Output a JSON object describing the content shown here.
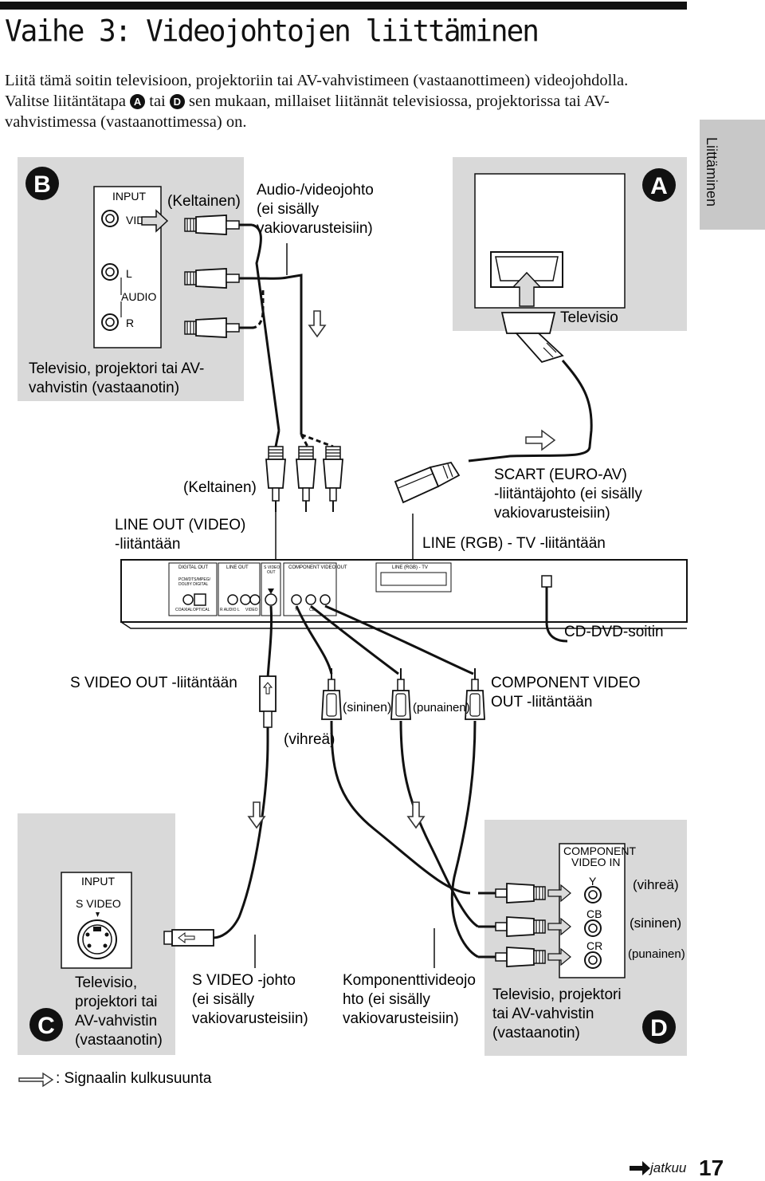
{
  "page": {
    "title": "Vaihe 3: Videojohtojen liittäminen",
    "intro_1": "Liitä tämä soitin televisioon, projektoriin tai AV-vahvistimeen (vastaanottimeen) videojohdolla.",
    "intro_2a": "Valitse liitäntätapa",
    "intro_badge_a": "A",
    "intro_2b": "tai",
    "intro_badge_d": "D",
    "intro_2c": "sen mukaan, millaiset liitännät televisiossa, projektorissa tai AV-vahvistimessa (vastaanottimessa) on.",
    "side_tab": "Liittäminen",
    "continues": "jatkuu",
    "page_number": "17"
  },
  "panel_b": {
    "badge": "B",
    "input": "INPUT",
    "video": "VIDEO",
    "l": "L",
    "audio": "AUDIO",
    "r": "R",
    "yellow_top": "(Keltainen)",
    "cable_1": "Audio-/videojohto",
    "cable_2": "(ei sisälly",
    "cable_3": "vakiovarusteisiin)",
    "device_1": "Televisio, projektori tai AV-",
    "device_2": "vahvistin (vastaanotin)"
  },
  "panel_a": {
    "badge": "A",
    "device": "Televisio"
  },
  "player": {
    "yellow_mid": "(Keltainen)",
    "line_out_1": "LINE OUT (VIDEO)",
    "line_out_2": "-liitäntään",
    "scart_1": "SCART (EURO-AV)",
    "scart_2": "-liitäntäjohto (ei sisälly",
    "scart_3": "vakiovarusteisiin)",
    "line_rgb": "LINE (RGB) - TV -liitäntään",
    "device": "CD-DVD-soitin",
    "panel_digital_out": "DIGITAL OUT",
    "panel_pcm": "PCM/DTS/MPEG/",
    "panel_dolby": "DOLBY DIGITAL",
    "panel_coaxial": "COAXIAL",
    "panel_optical": "OPTICAL",
    "panel_line_out": "LINE OUT",
    "panel_r_audio_l": "R AUDIO L",
    "panel_video": "VIDEO",
    "panel_s_video_out_1": "S VIDEO",
    "panel_s_video_out_2": "OUT",
    "panel_component": "COMPONENT VIDEO OUT",
    "panel_y": "Y",
    "panel_cb": "CB",
    "panel_line_rgb_tv": "LINE (RGB) - TV"
  },
  "lower": {
    "s_video_out": "S VIDEO OUT -liitäntään",
    "blue": "(sininen)",
    "red": "(punainen)",
    "green": "(vihreä)",
    "component_out_1": "COMPONENT VIDEO",
    "component_out_2": "OUT -liitäntään"
  },
  "panel_c": {
    "badge": "C",
    "input": "INPUT",
    "s_video": "S VIDEO",
    "device_1": "Televisio,",
    "device_2": "projektori tai",
    "device_3": "AV-vahvistin",
    "device_4": "(vastaanotin)",
    "cable_1": "S VIDEO -johto",
    "cable_2": "(ei sisälly",
    "cable_3": "vakiovarusteisiin)"
  },
  "component_cable": {
    "line_1": "Komponenttivideojo",
    "line_2": "hto (ei sisälly",
    "line_3": "vakiovarusteisiin)"
  },
  "panel_d": {
    "badge": "D",
    "component_1": "COMPONENT",
    "component_2": "VIDEO IN",
    "y": "Y",
    "cb": "CB",
    "cr": "CR",
    "green": "(vihreä)",
    "blue": "(sininen)",
    "red": "(punainen)",
    "device_1": "Televisio, projektori",
    "device_2": "tai AV-vahvistin",
    "device_3": "(vastaanotin)"
  },
  "legend": {
    "text": ": Signaalin kulkusuunta"
  },
  "colors": {
    "panel_grey": "#d9d9d9",
    "side_tab_grey": "#c8c8c8",
    "ink": "#111111"
  }
}
